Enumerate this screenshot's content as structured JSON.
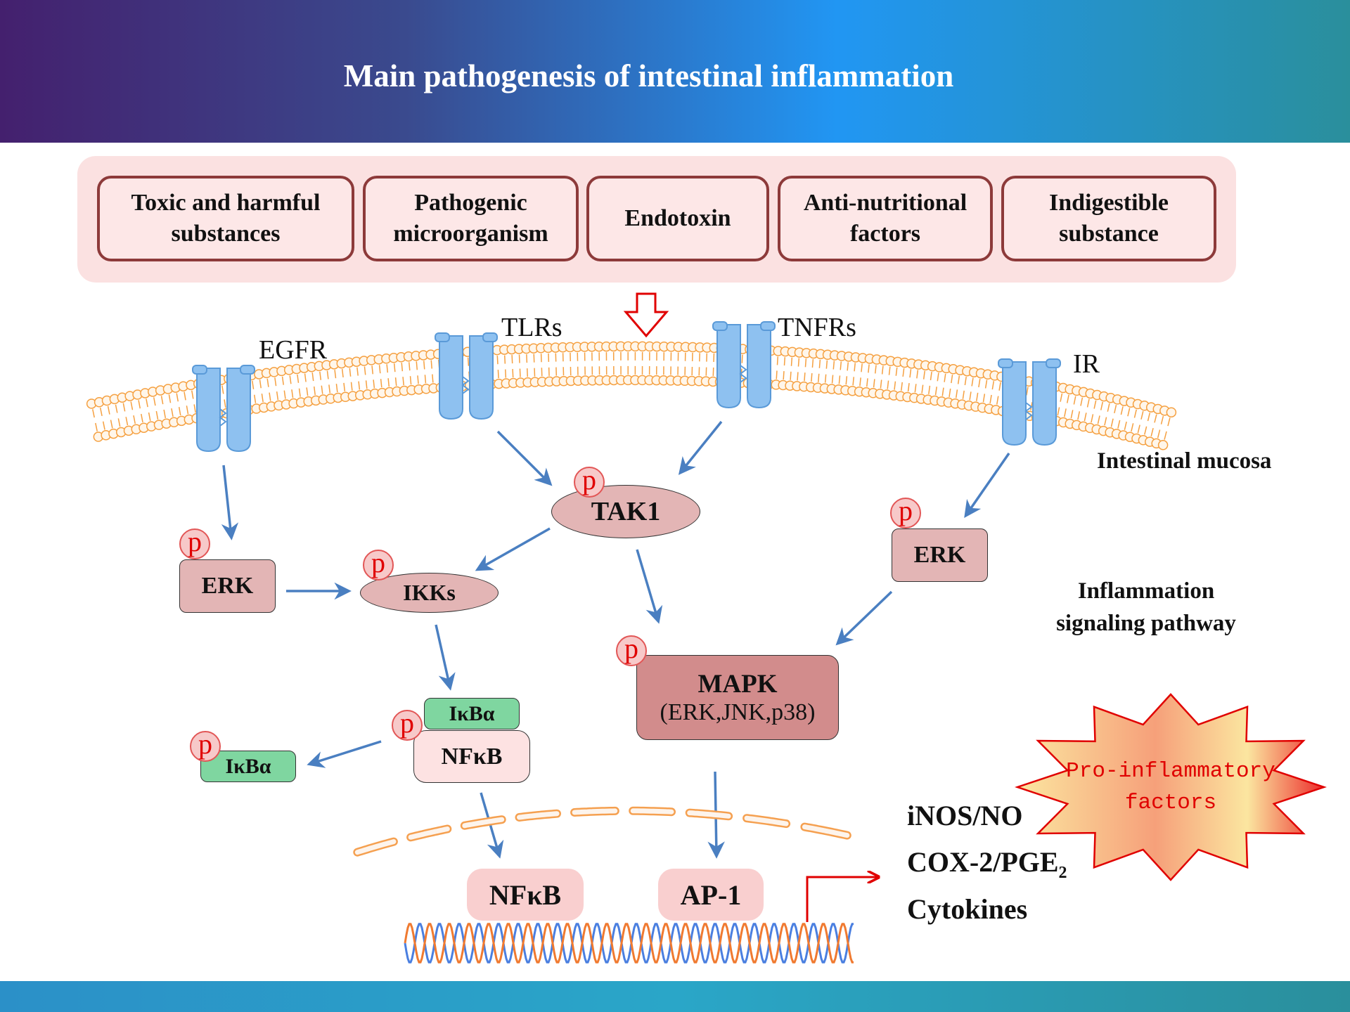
{
  "title": "Main pathogenesis of intestinal inflammation",
  "causes": [
    {
      "line1": "Toxic and harmful",
      "line2": "substances"
    },
    {
      "line1": "Pathogenic",
      "line2": "microorganism"
    },
    {
      "line1": "Endotoxin",
      "line2": ""
    },
    {
      "line1": "Anti-nutritional",
      "line2": "factors"
    },
    {
      "line1": "Indigestible",
      "line2": "substance"
    }
  ],
  "receptors": {
    "egfr": "EGFR",
    "tlrs": "TLRs",
    "tnfrs": "TNFRs",
    "ir": "IR"
  },
  "mucosa_label": "Intestinal mucosa",
  "pathway_label": {
    "line1": "Inflammation",
    "line2": "signaling pathway"
  },
  "nodes": {
    "erk_left": "ERK",
    "ikks": "IKKs",
    "tak1": "TAK1",
    "erk_right": "ERK",
    "mapk_title": "MAPK",
    "mapk_sub": "(ERK,JNK,p38)",
    "ikba_bound": "IκBα",
    "nfkb_bound": "NFκB",
    "ikba_free": "IκBα"
  },
  "phospho_symbol": "p",
  "transcription_factors": {
    "nfkb": "NFκB",
    "ap1": "AP-1"
  },
  "factors": {
    "inos": "iNOS/NO",
    "cox_main": "COX-2/PGE",
    "cox_sub": "2",
    "cytokines": "Cytokines"
  },
  "burst": {
    "line1": "Pro-inflammatory",
    "line2": "factors"
  },
  "colors": {
    "header_start": "#44206e",
    "header_mid": "#2196f3",
    "header_end": "#2a8f9c",
    "arrow": "#4a7fc1",
    "receptor": "#8ec1f0",
    "membrane": "#f5a040",
    "cause_border": "#8d3a3a",
    "node_fill": "#e3b5b5",
    "mapk_fill": "#d28c8c",
    "ikba_fill": "#7fd6a0",
    "phospho_red": "#e00000"
  }
}
